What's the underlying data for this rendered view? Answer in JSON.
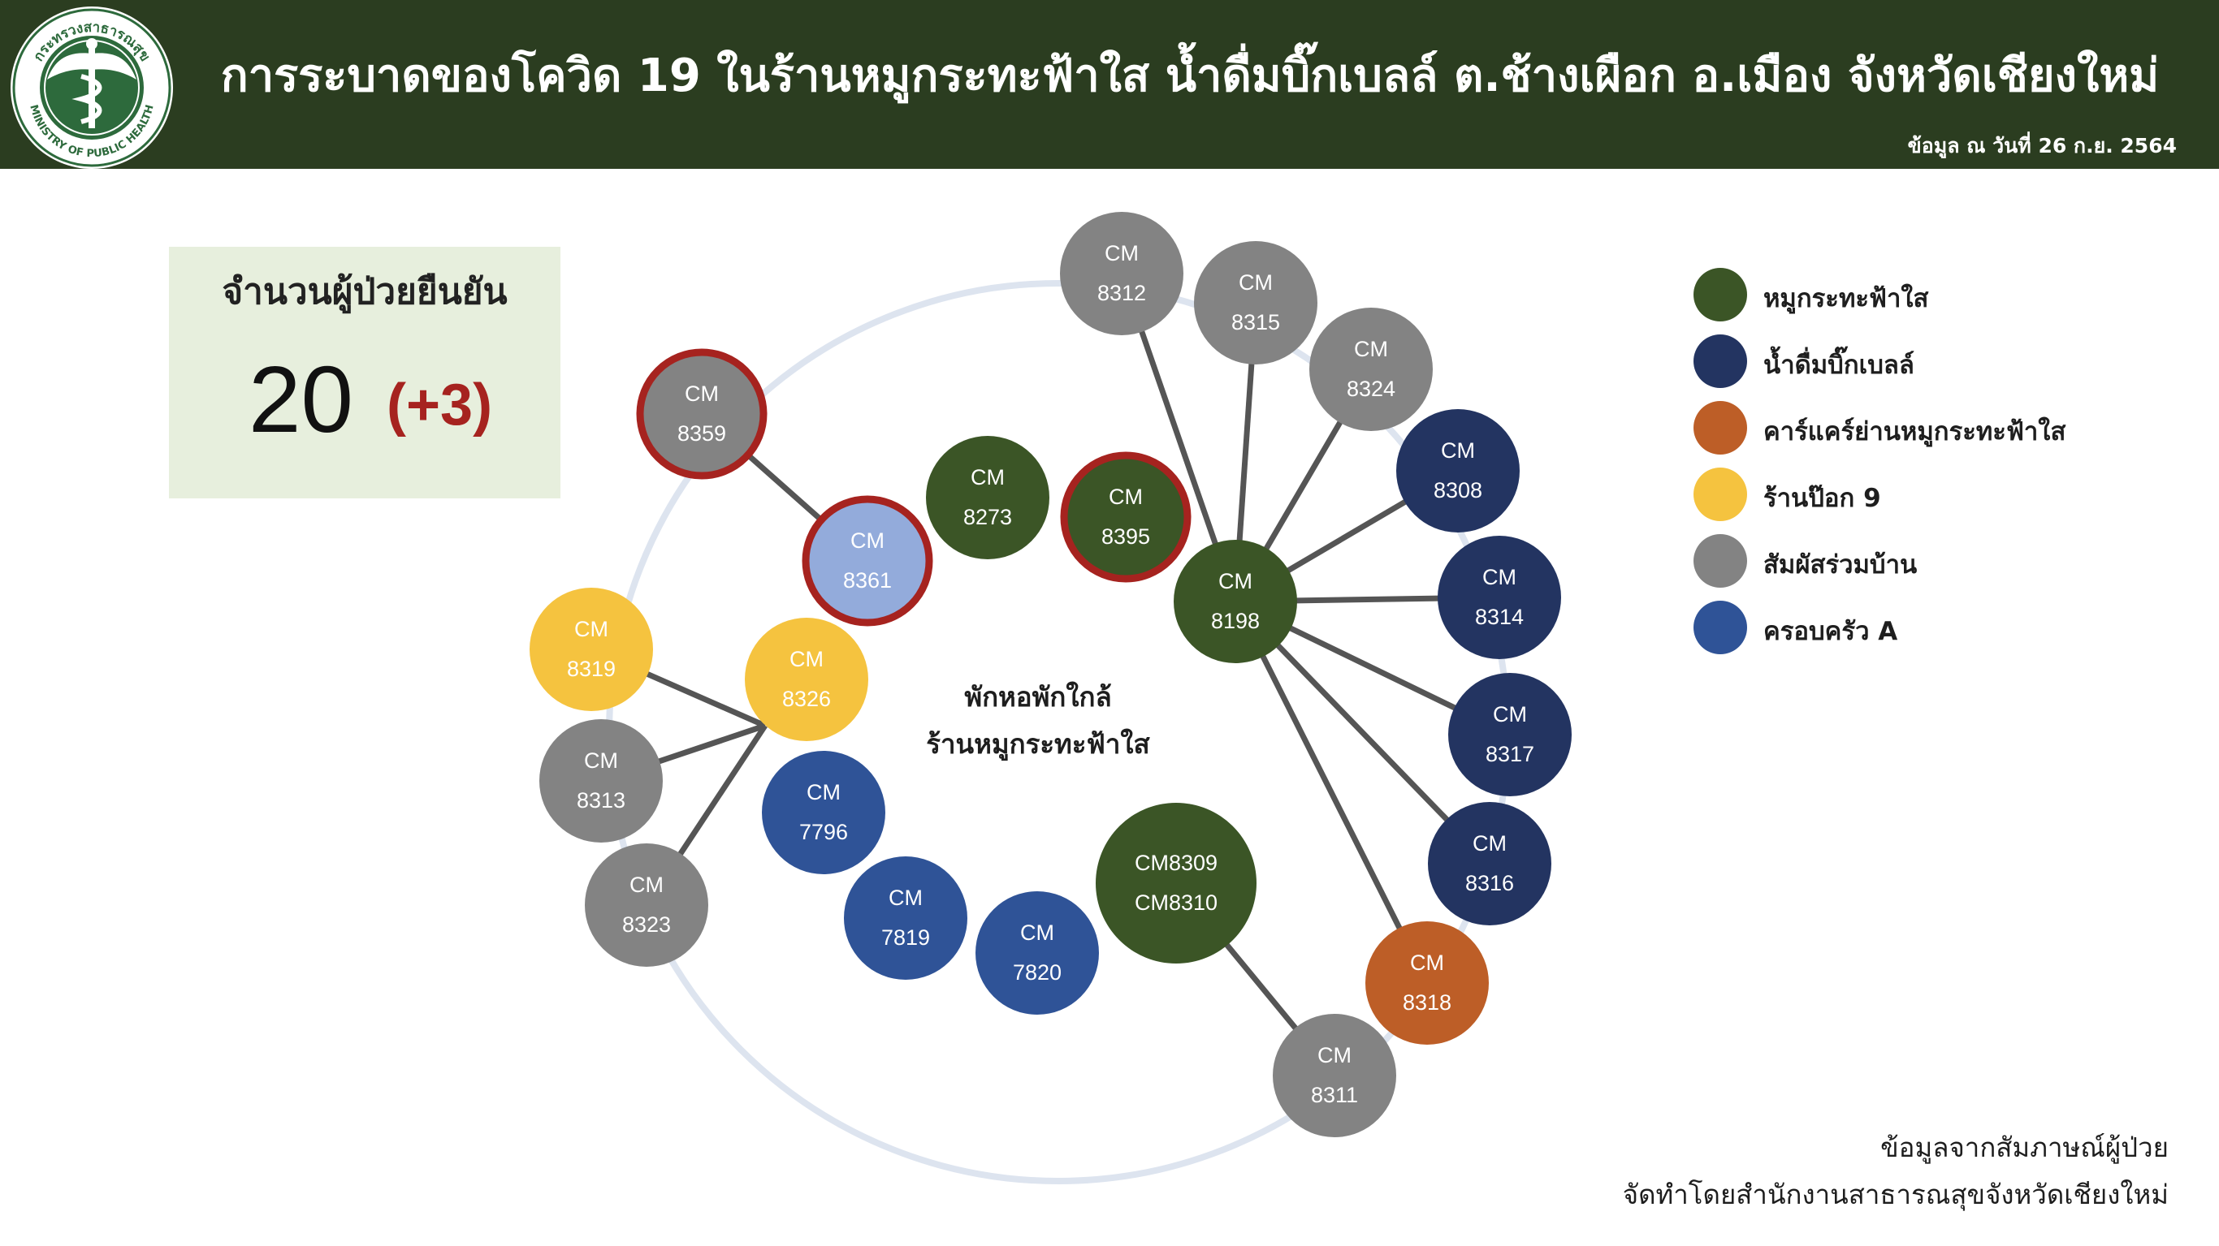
{
  "header": {
    "title": "การระบาดของโควิด 19 ในร้านหมูกระทะฟ้าใส น้ำดื่มบิ๊กเบลล์ ต.ช้างเผือก อ.เมือง จังหวัดเชียงใหม่",
    "date": "ข้อมูล ณ วันที่ 26 ก.ย. 2564",
    "logo": {
      "icon": "ministry-of-public-health-seal",
      "text_top": "กระทรวงสาธารณสุข",
      "text_bottom": "MINISTRY OF PUBLIC HEALTH"
    }
  },
  "summary": {
    "label": "จำนวนผู้ป่วยยืนยัน",
    "total": "20",
    "new": "(+3)"
  },
  "center_label": {
    "line1": "พักหอพักใกล้",
    "line2": "ร้านหมูกระทะฟ้าใส"
  },
  "colors": {
    "header_bg": "#2b3d20",
    "box_bg": "#e7efdd",
    "delta": "#a6231f",
    "link": "#555555",
    "ring": "#dde4ef",
    "highlight_ring": "#a6231f"
  },
  "legend": [
    {
      "label": "หมูกระทะฟ้าใส",
      "color": "#3b5526"
    },
    {
      "label": "น้ำดื่มบิ๊กเบลล์",
      "color": "#233461"
    },
    {
      "label": "คาร์แคร์ย่านหมูกระทะฟ้าใส",
      "color": "#bd5e27"
    },
    {
      "label": "ร้านป๊อก 9",
      "color": "#f5c33f"
    },
    {
      "label": "สัมผัสร่วมบ้าน",
      "color": "#838383"
    },
    {
      "label": "ครอบครัว A",
      "color": "#2f5397"
    }
  ],
  "nodes": [
    {
      "id": "8312",
      "line1": "CM",
      "line2": "8312",
      "color": "#838383"
    },
    {
      "id": "8315",
      "line1": "CM",
      "line2": "8315",
      "color": "#838383"
    },
    {
      "id": "8324",
      "line1": "CM",
      "line2": "8324",
      "color": "#838383"
    },
    {
      "id": "8308",
      "line1": "CM",
      "line2": "8308",
      "color": "#233461"
    },
    {
      "id": "8314",
      "line1": "CM",
      "line2": "8314",
      "color": "#233461"
    },
    {
      "id": "8317",
      "line1": "CM",
      "line2": "8317",
      "color": "#233461"
    },
    {
      "id": "8316",
      "line1": "CM",
      "line2": "8316",
      "color": "#233461"
    },
    {
      "id": "8318",
      "line1": "CM",
      "line2": "8318",
      "color": "#bd5e27"
    },
    {
      "id": "8311",
      "line1": "CM",
      "line2": "8311",
      "color": "#838383"
    },
    {
      "id": "8198",
      "line1": "CM",
      "line2": "8198",
      "color": "#3b5526"
    },
    {
      "id": "8395",
      "line1": "CM",
      "line2": "8395",
      "color": "#3b5526",
      "highlight": true
    },
    {
      "id": "8273",
      "line1": "CM",
      "line2": "8273",
      "color": "#3b5526"
    },
    {
      "id": "8361",
      "line1": "CM",
      "line2": "8361",
      "color": "#93abdb",
      "highlight": true
    },
    {
      "id": "8359",
      "line1": "CM",
      "line2": "8359",
      "color": "#838383",
      "highlight": true
    },
    {
      "id": "8309",
      "line1": "CM8309",
      "line2": "CM8310",
      "color": "#3b5526"
    },
    {
      "id": "7820",
      "line1": "CM",
      "line2": "7820",
      "color": "#2f5397"
    },
    {
      "id": "7819",
      "line1": "CM",
      "line2": "7819",
      "color": "#2f5397"
    },
    {
      "id": "7796",
      "line1": "CM",
      "line2": "7796",
      "color": "#2f5397"
    },
    {
      "id": "8326",
      "line1": "CM",
      "line2": "8326",
      "color": "#f5c33f"
    },
    {
      "id": "8319",
      "line1": "CM",
      "line2": "8319",
      "color": "#f5c33f"
    },
    {
      "id": "8313",
      "line1": "CM",
      "line2": "8313",
      "color": "#838383"
    },
    {
      "id": "8323",
      "line1": "CM",
      "line2": "8323",
      "color": "#838383"
    }
  ],
  "links": [
    [
      "8198",
      "8312"
    ],
    [
      "8198",
      "8315"
    ],
    [
      "8198",
      "8324"
    ],
    [
      "8198",
      "8308"
    ],
    [
      "8198",
      "8314"
    ],
    [
      "8198",
      "8317"
    ],
    [
      "8198",
      "8316"
    ],
    [
      "8198",
      "8318"
    ],
    [
      "8309",
      "8311"
    ],
    [
      "8359",
      "8361"
    ],
    [
      "8326",
      "8319"
    ],
    [
      "8326",
      "8313"
    ],
    [
      "8326",
      "8323"
    ]
  ],
  "footer": {
    "line1": "ข้อมูลจากสัมภาษณ์ผู้ป่วย",
    "line2": "จัดทำโดยสำนักงานสาธารณสุขจังหวัดเชียงใหม่"
  }
}
